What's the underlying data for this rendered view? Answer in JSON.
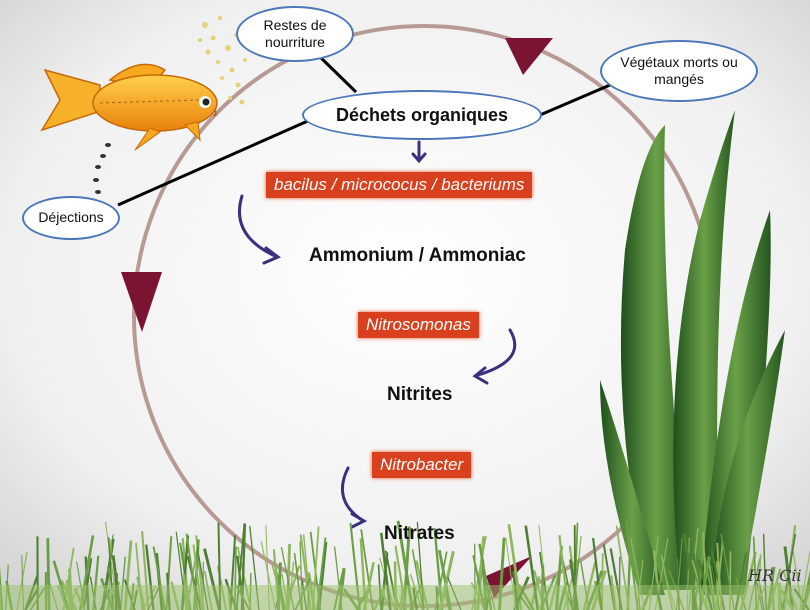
{
  "nodes": {
    "food_remains": "Restes de nourriture",
    "dead_plants": "Végétaux morts ou mangés",
    "organic_waste": "Déchets organiques",
    "droppings": "Déjections"
  },
  "bacteria": {
    "stage1": "bacilus  /  micrococus  /  bacteriums",
    "stage2": "Nitrosomonas",
    "stage3": "Nitrobacter"
  },
  "products": {
    "ammonium": "Ammonium / Ammoniac",
    "nitrites": "Nitrites",
    "nitrates": "Nitrates"
  },
  "signature": "HR Cii",
  "colors": {
    "cycle_ring": "#b89a94",
    "cycle_arrow": "#7a1432",
    "bacteria_tag": "#d8401e",
    "curved_arrow": "#3b3080",
    "node_border": "#4a78b8",
    "fish": "#f3a31a",
    "plant": "#2e6b2a",
    "grass": "#6a9e44"
  },
  "icons": [
    "goldfish-icon",
    "aquatic-plant-icon",
    "grass-icon",
    "food-flakes-icon"
  ]
}
